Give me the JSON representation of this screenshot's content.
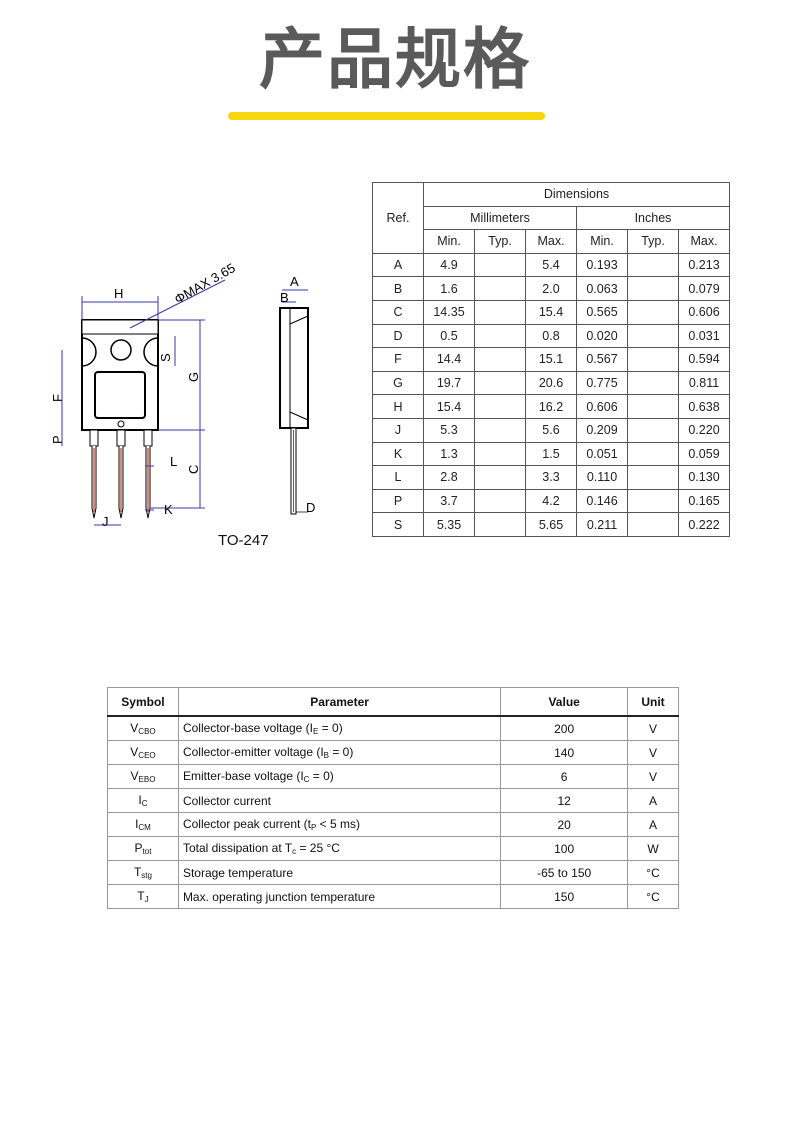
{
  "page_title": "产品规格",
  "package": {
    "label": "TO-247",
    "phi_label": "ΦMAX 3.65",
    "dim_letters": [
      "H",
      "A",
      "B",
      "S",
      "G",
      "F",
      "P",
      "L",
      "C",
      "J",
      "K",
      "D"
    ]
  },
  "dimensions_table": {
    "ref_header": "Ref.",
    "dimensions_header": "Dimensions",
    "mm_header": "Millimeters",
    "in_header": "Inches",
    "sub_headers": [
      "Min.",
      "Typ.",
      "Max.",
      "Min.",
      "Typ.",
      "Max."
    ],
    "rows": [
      {
        "ref": "A",
        "mm_min": "4.9",
        "mm_typ": "",
        "mm_max": "5.4",
        "in_min": "0.193",
        "in_typ": "",
        "in_max": "0.213"
      },
      {
        "ref": "B",
        "mm_min": "1.6",
        "mm_typ": "",
        "mm_max": "2.0",
        "in_min": "0.063",
        "in_typ": "",
        "in_max": "0.079"
      },
      {
        "ref": "C",
        "mm_min": "14.35",
        "mm_typ": "",
        "mm_max": "15.4",
        "in_min": "0.565",
        "in_typ": "",
        "in_max": "0.606"
      },
      {
        "ref": "D",
        "mm_min": "0.5",
        "mm_typ": "",
        "mm_max": "0.8",
        "in_min": "0.020",
        "in_typ": "",
        "in_max": "0.031"
      },
      {
        "ref": "F",
        "mm_min": "14.4",
        "mm_typ": "",
        "mm_max": "15.1",
        "in_min": "0.567",
        "in_typ": "",
        "in_max": "0.594"
      },
      {
        "ref": "G",
        "mm_min": "19.7",
        "mm_typ": "",
        "mm_max": "20.6",
        "in_min": "0.775",
        "in_typ": "",
        "in_max": "0.811"
      },
      {
        "ref": "H",
        "mm_min": "15.4",
        "mm_typ": "",
        "mm_max": "16.2",
        "in_min": "0.606",
        "in_typ": "",
        "in_max": "0.638"
      },
      {
        "ref": "J",
        "mm_min": "5.3",
        "mm_typ": "",
        "mm_max": "5.6",
        "in_min": "0.209",
        "in_typ": "",
        "in_max": "0.220"
      },
      {
        "ref": "K",
        "mm_min": "1.3",
        "mm_typ": "",
        "mm_max": "1.5",
        "in_min": "0.051",
        "in_typ": "",
        "in_max": "0.059"
      },
      {
        "ref": "L",
        "mm_min": "2.8",
        "mm_typ": "",
        "mm_max": "3.3",
        "in_min": "0.110",
        "in_typ": "",
        "in_max": "0.130"
      },
      {
        "ref": "P",
        "mm_min": "3.7",
        "mm_typ": "",
        "mm_max": "4.2",
        "in_min": "0.146",
        "in_typ": "",
        "in_max": "0.165"
      },
      {
        "ref": "S",
        "mm_min": "5.35",
        "mm_typ": "",
        "mm_max": "5.65",
        "in_min": "0.211",
        "in_typ": "",
        "in_max": "0.222"
      }
    ]
  },
  "ratings_table": {
    "headers": {
      "symbol": "Symbol",
      "parameter": "Parameter",
      "value": "Value",
      "unit": "Unit"
    },
    "rows": [
      {
        "sym_main": "V",
        "sym_sub": "CBO",
        "param_pre": "Collector-base voltage (I",
        "param_sub": "E",
        "param_post": " = 0)",
        "value": "200",
        "unit": "V"
      },
      {
        "sym_main": "V",
        "sym_sub": "CEO",
        "param_pre": "Collector-emitter voltage (I",
        "param_sub": "B",
        "param_post": " = 0)",
        "value": "140",
        "unit": "V"
      },
      {
        "sym_main": "V",
        "sym_sub": "EBO",
        "param_pre": "Emitter-base voltage (I",
        "param_sub": "C",
        "param_post": " = 0)",
        "value": "6",
        "unit": "V"
      },
      {
        "sym_main": "I",
        "sym_sub": "C",
        "param_pre": "Collector current",
        "param_sub": "",
        "param_post": "",
        "value": "12",
        "unit": "A"
      },
      {
        "sym_main": "I",
        "sym_sub": "CM",
        "param_pre": "Collector peak current (t",
        "param_sub": "P",
        "param_post": " < 5 ms)",
        "value": "20",
        "unit": "A"
      },
      {
        "sym_main": "P",
        "sym_sub": "tot",
        "param_pre": "Total dissipation at T",
        "param_sub": "c",
        "param_post": " = 25 °C",
        "value": "100",
        "unit": "W"
      },
      {
        "sym_main": "T",
        "sym_sub": "stg",
        "param_pre": "Storage temperature",
        "param_sub": "",
        "param_post": "",
        "value": "-65 to 150",
        "unit": "°C"
      },
      {
        "sym_main": "T",
        "sym_sub": "J",
        "param_pre": "Max. operating junction temperature",
        "param_sub": "",
        "param_post": "",
        "value": "150",
        "unit": "°C"
      }
    ]
  },
  "colors": {
    "title": "#5a5a5a",
    "underline": "#f5d60f",
    "dimension_lines": "#3a3aa8",
    "lead_center": "#c0392b"
  }
}
